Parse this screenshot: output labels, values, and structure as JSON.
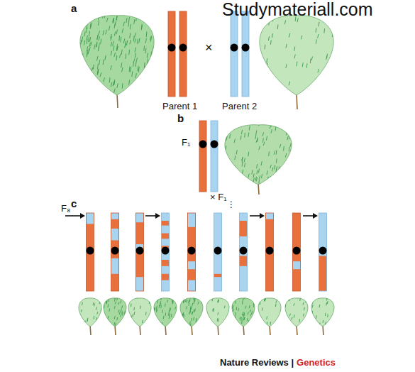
{
  "diagram": {
    "labels": [
      "Studymateriall.com",
      "a",
      "Parent 1",
      "×",
      "Parent 2",
      "b",
      "F₁",
      "× F₁",
      "⋮",
      "c",
      "F₈",
      "Nature Reviews |",
      "Genetics"
    ]
  }
}
